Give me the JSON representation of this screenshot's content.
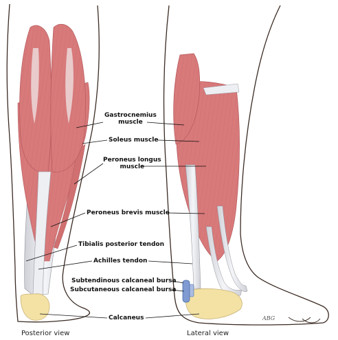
{
  "labels": {
    "gastrocnemius": "Gastrocnemius",
    "gastrocnemius_2": "muscle",
    "soleus": "Soleus muscle",
    "peroneus_longus": "Peroneus longus",
    "peroneus_longus_2": "muscle",
    "peroneus_brevis": "Peroneus brevis muscle",
    "tibialis_posterior": "Tibialis posterior tendon",
    "achilles": "Achilles tendon",
    "subtendinous": "Subtendinous calcaneal bursa",
    "subcutaneous": "Subcutaneous calcaneal bursa",
    "calcaneus": "Calcaneus"
  },
  "views": {
    "posterior": "Posterior view",
    "lateral": "Lateral view"
  },
  "signature": "ABG",
  "colors": {
    "muscle": "#d8797a",
    "muscle_dark": "#b55a5e",
    "tendon": "#e9eaee",
    "bone": "#f3e2a4",
    "bursa": "#7f9bd2",
    "outline": "#3a2a22"
  }
}
